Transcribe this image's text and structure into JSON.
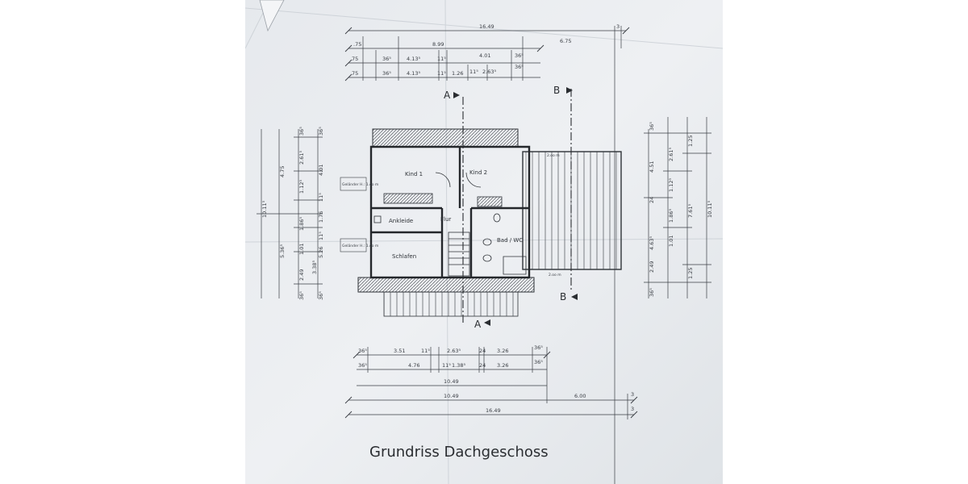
{
  "title": "Grundriss Dachgeschoss",
  "rooms": [
    {
      "id": "kind1",
      "label": "Kind 1"
    },
    {
      "id": "kind2",
      "label": "Kind 2"
    },
    {
      "id": "ankleide",
      "label": "Ankleide"
    },
    {
      "id": "flur",
      "label": "Flur"
    },
    {
      "id": "schlafen",
      "label": "Schlafen"
    },
    {
      "id": "bad",
      "label": "Bad / WC"
    }
  ],
  "section_markers": {
    "a_top": "A",
    "b_top": "B",
    "a_bottom": "A",
    "b_bottom": "B"
  },
  "notes": {
    "gelaender_1": "Geländer H.: 1.oo m",
    "gelaender_2": "Geländer H.: 1.oo m",
    "terrace_1": "2.oo m",
    "terrace_2": "2.oo m"
  },
  "dims": {
    "top_row1": [
      "16.49",
      "3"
    ],
    "top_row2": [
      ".75",
      "8.99",
      "6.75"
    ],
    "top_row3": [
      "75",
      "36⁵",
      "4.13⁵",
      "11⁵",
      "4.01",
      "36⁵"
    ],
    "top_row4": [
      "75",
      "36⁵",
      "4.13⁵",
      "11⁵",
      "1.26",
      "11⁵",
      "2.63⁵",
      "36⁵"
    ],
    "bottom_row1": [
      "36⁵",
      "3.51",
      "11⁵",
      "2.63⁵",
      "24",
      "3.26",
      "36⁵"
    ],
    "bottom_row2": [
      "36⁵",
      "4.76",
      "11⁵",
      "1.38⁵",
      "24",
      "3.26",
      "36⁵"
    ],
    "bottom_row3": [
      "10.49"
    ],
    "bottom_row4": [
      "10.49",
      "6.00",
      "3"
    ],
    "bottom_row5": [
      "16.49",
      "3"
    ],
    "left_col1": [
      "10.11⁵"
    ],
    "left_col2": [
      "4.75",
      "5.36⁵"
    ],
    "left_col3": [
      "36⁵",
      "2.61⁵",
      "1.12⁵",
      "1.86⁵",
      "1.01",
      "2.49",
      "36⁵"
    ],
    "left_col4": [
      "36⁵",
      "4.01",
      "11⁵",
      "1.76",
      "11⁵",
      "5.26",
      "3.38⁵",
      "36⁵"
    ],
    "right_col1": [
      "36⁵",
      "4.51",
      "24",
      "4.63⁵",
      "2.49",
      "36⁵"
    ],
    "right_col2": [
      "2.61⁵",
      "1.12⁵",
      "1.86⁵",
      "1.01"
    ],
    "right_col3": [
      "7.61⁵",
      "10.11⁵"
    ],
    "right_col4": [
      "1.25",
      "1.25"
    ]
  }
}
